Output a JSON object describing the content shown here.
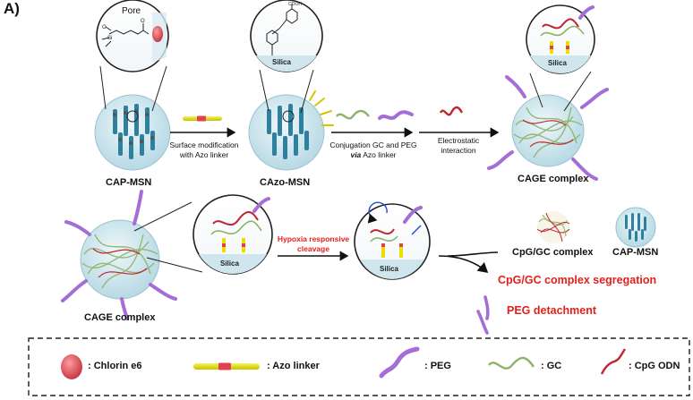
{
  "panel_label": "A)",
  "row1": {
    "pore_label": "Pore",
    "cooh_label": "COOH",
    "silica_zoom_1": "Silica",
    "silica_zoom_2": "Silica",
    "step1": [
      "Surface modification",
      "with Azo linker"
    ],
    "step2_line1": "Conjugation GC and PEG",
    "step2_via": "via",
    "step2_rest": " Azo linker",
    "step3": [
      "Electrostatic",
      "interaction"
    ],
    "cap_msn": "CAP-MSN",
    "cazo_msn": "CAzo-MSN",
    "cage_complex": "CAGE complex"
  },
  "row2": {
    "cage_complex": "CAGE complex",
    "silica_zoom_3": "Silica",
    "silica_zoom_4": "Silica",
    "hypoxia": [
      "Hypoxia responsive",
      "cleavage"
    ],
    "cpg_gc_complex": "CpG/GC complex",
    "cap_msn": "CAP-MSN",
    "segregation": "CpG/GC complex segregation",
    "peg_detachment": "PEG detachment"
  },
  "legend": {
    "chlorin": ": Chlorin e6",
    "azo": ": Azo linker",
    "peg": ": PEG",
    "gc": ": GC",
    "cpg": ": CpG ODN"
  },
  "colors": {
    "msn_fill": "#cfe6ee",
    "pore": "#3a8aa8",
    "azo_yellow": "#e8e000",
    "azo_red": "#e04050",
    "peg": "#a56dd6",
    "gc": "#8db36a",
    "cpg": "#c0262f",
    "accent_red": "#e3211c"
  }
}
